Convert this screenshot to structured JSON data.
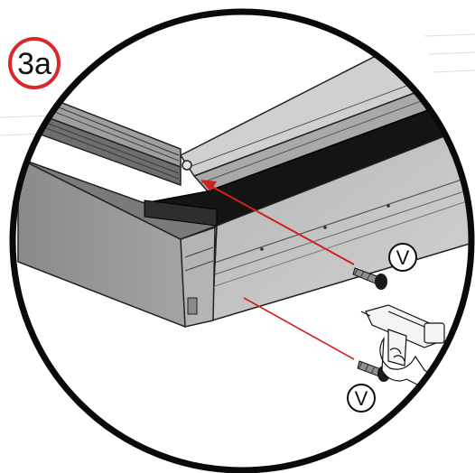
{
  "step": {
    "label": "3a",
    "badge_color": "#d8282a"
  },
  "callouts": [
    {
      "label": "V"
    },
    {
      "label": "V"
    }
  ],
  "colors": {
    "arrow": "#d21f1f",
    "frame": "#0a0a0a",
    "panel_dark": "#111111",
    "aluminium_light": "#c9c9c9",
    "aluminium_mid": "#9a9a9a",
    "aluminium_dark": "#5a5a5a"
  },
  "icons": [
    "screw-icon",
    "screw-icon",
    "cordless-drill-icon",
    "hand-icon"
  ]
}
